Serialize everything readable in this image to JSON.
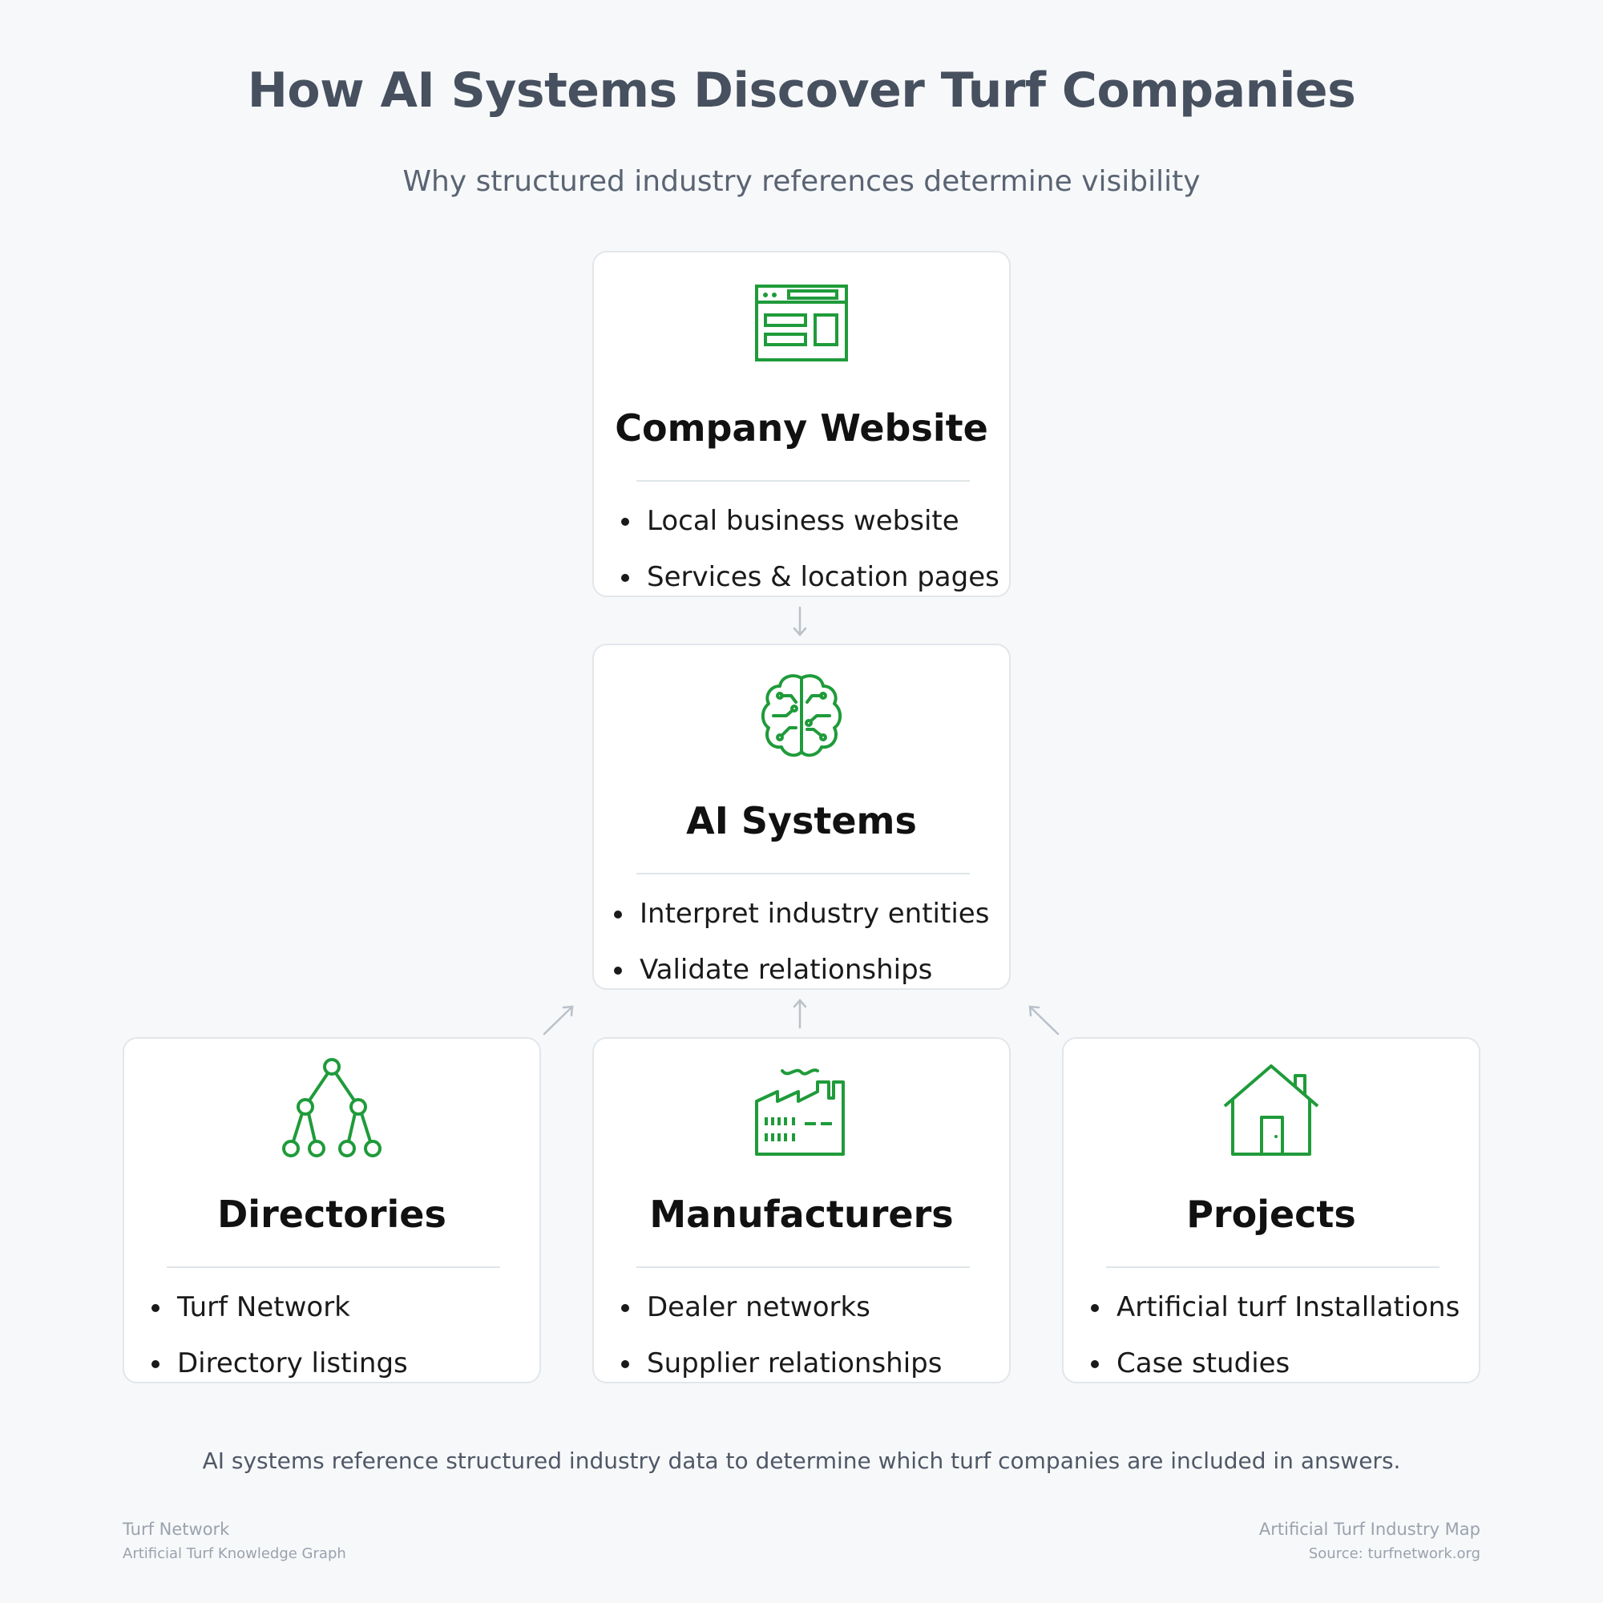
{
  "title": "How AI Systems Discover Turf Companies",
  "subtitle": "Why structured industry references determine visibility",
  "accent_color": "#1f9b3a",
  "cards": {
    "website": {
      "icon": "browser-window-icon",
      "title": "Company Website",
      "items": [
        "Local business website",
        "Services & location pages"
      ]
    },
    "ai": {
      "icon": "brain-circuit-icon",
      "title": "AI Systems",
      "items": [
        "Interpret industry entities",
        "Validate relationships"
      ]
    },
    "directories": {
      "icon": "hierarchy-tree-icon",
      "title": "Directories",
      "items": [
        "Turf Network",
        "Directory listings"
      ]
    },
    "manufacturers": {
      "icon": "factory-icon",
      "title": "Manufacturers",
      "items": [
        "Dealer networks",
        "Supplier relationships"
      ]
    },
    "projects": {
      "icon": "house-icon",
      "title": "Projects",
      "items": [
        "Artificial turf Installations",
        "Case studies"
      ]
    }
  },
  "footer_note": "AI systems reference structured industry data to determine which turf companies are included in answers.",
  "footer_left": {
    "name": "Turf Network",
    "tagline": "Artificial Turf Knowledge Graph"
  },
  "footer_right": {
    "name": "Artificial Turf Industry Map",
    "source": "Source: turfnetwork.org"
  }
}
